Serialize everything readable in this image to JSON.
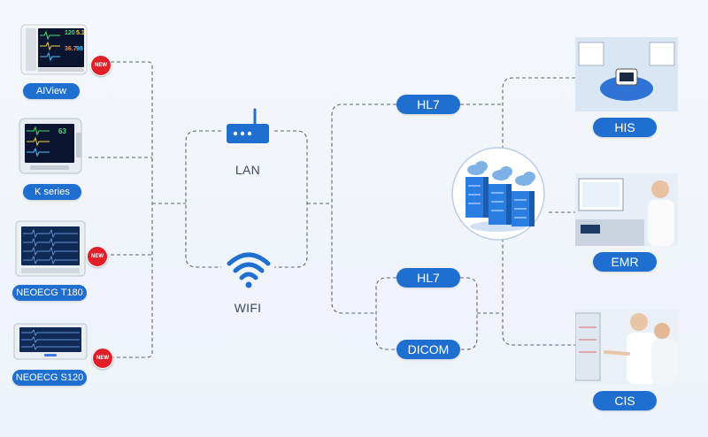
{
  "devices": [
    {
      "label": "AIView",
      "is_new": true
    },
    {
      "label": "K series",
      "is_new": false
    },
    {
      "label": "NEOECG T180",
      "is_new": true
    },
    {
      "label": "NEOECG S120",
      "is_new": true
    }
  ],
  "new_badge_text": "NEW",
  "monitor_readings": {
    "hr": "120",
    "spo2": "98",
    "temp": "36.7",
    "extra": "5.1"
  },
  "k_series_reading": "63",
  "connections": {
    "lan_label": "LAN",
    "wifi_label": "WIFI"
  },
  "protocols": {
    "top": "HL7",
    "bottom_hl7": "HL7",
    "bottom_dicom": "DICOM"
  },
  "systems": [
    {
      "label": "HIS"
    },
    {
      "label": "EMR"
    },
    {
      "label": "CIS"
    }
  ],
  "colors": {
    "accent_blue": "#1f6fd0",
    "new_red": "#e01f28",
    "dash_line": "#5a6470"
  }
}
